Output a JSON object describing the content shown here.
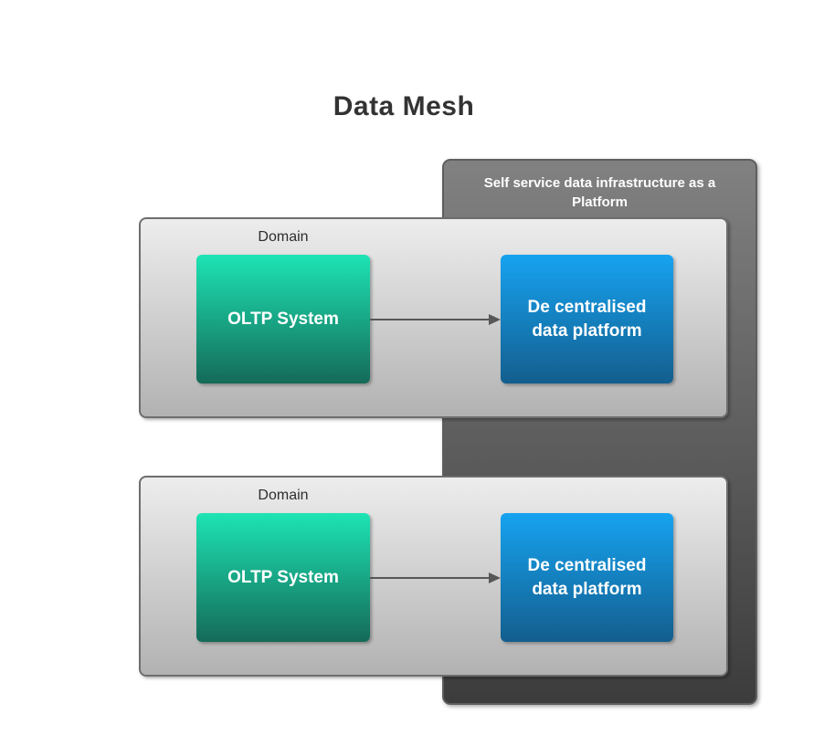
{
  "title": "Data Mesh",
  "panel": {
    "title": "Self service data infrastructure as a Platform"
  },
  "domains": [
    {
      "label": "Domain",
      "source": "OLTP System",
      "target": "De centralised data platform"
    },
    {
      "label": "Domain",
      "source": "OLTP System",
      "target": "De centralised data platform"
    }
  ],
  "colors": {
    "panel-top": "#818181",
    "panel-bottom": "#3c3c3c",
    "panel-border": "#5e5e5e",
    "domain-top": "#ededed",
    "domain-bottom": "#b2b2b2",
    "domain-border": "#6e6e6e",
    "teal-top": "#1de4b4",
    "teal-bottom": "#146a58",
    "blue-top": "#16a3f0",
    "blue-bottom": "#135e8e",
    "arrow": "#575757"
  }
}
